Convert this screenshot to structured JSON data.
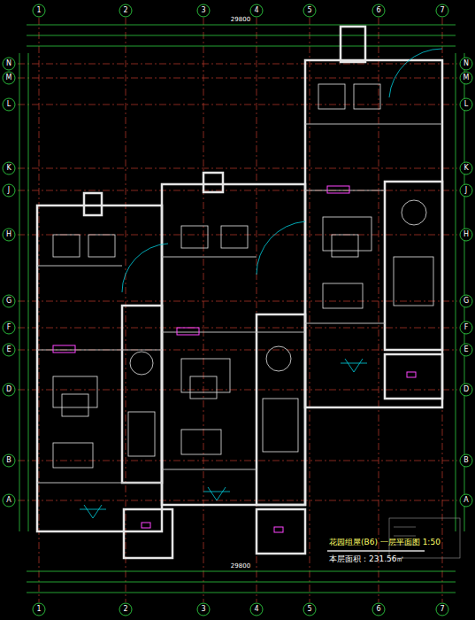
{
  "diagram": {
    "title": "花园组屋(B6) 一层平面图  1:50",
    "caption": "本层面积：231.56㎡",
    "labels": [
      "1",
      "2",
      "3",
      "4",
      "5",
      "6",
      "7",
      "1",
      "2",
      "3",
      "4",
      "5",
      "6",
      "7",
      "N",
      "M",
      "L",
      "K",
      "J",
      "H",
      "G",
      "F",
      "E",
      "D",
      "B",
      "A",
      "N",
      "M",
      "L",
      "K",
      "J",
      "H",
      "G",
      "F",
      "E",
      "D",
      "B",
      "A",
      "29800",
      "29800"
    ]
  }
}
